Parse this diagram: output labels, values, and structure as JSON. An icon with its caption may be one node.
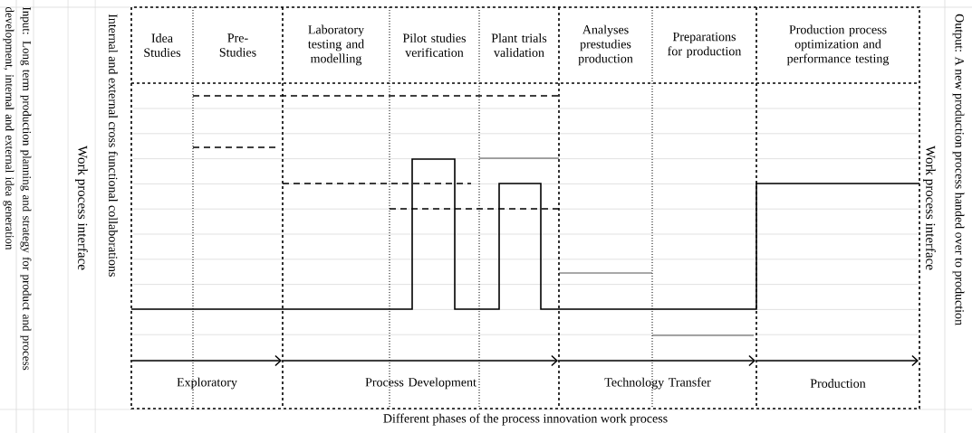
{
  "diagram": {
    "nodes": [
      {
        "text": [
          "Idea Studies"
        ]
      },
      {
        "text": [
          "Pre-Studies"
        ]
      },
      {
        "text": [
          "Laboratory testing and modelling"
        ]
      },
      {
        "text": [
          "Pilot studies verification"
        ]
      },
      {
        "text": [
          "Plant trials validation"
        ]
      },
      {
        "text": [
          "Analyses prestudies production"
        ]
      },
      {
        "text": [
          "Preparations for production"
        ]
      },
      {
        "text": [
          "Production process optimization and performance testing"
        ]
      },
      {
        "text": [
          "Exploratory"
        ]
      },
      {
        "text": [
          "Process Development"
        ]
      },
      {
        "text": [
          "Technology Transfer"
        ]
      },
      {
        "text": [
          "Production"
        ]
      }
    ],
    "labels": [
      "Input: Long term production planning and strategy for product and process development, internal and external idea generation",
      "Work process interface",
      "Internal and external cross functional collaborations",
      "Work process interface",
      "Output: A new production process handed over to production",
      "Different phases of the process innovation work process"
    ]
  }
}
